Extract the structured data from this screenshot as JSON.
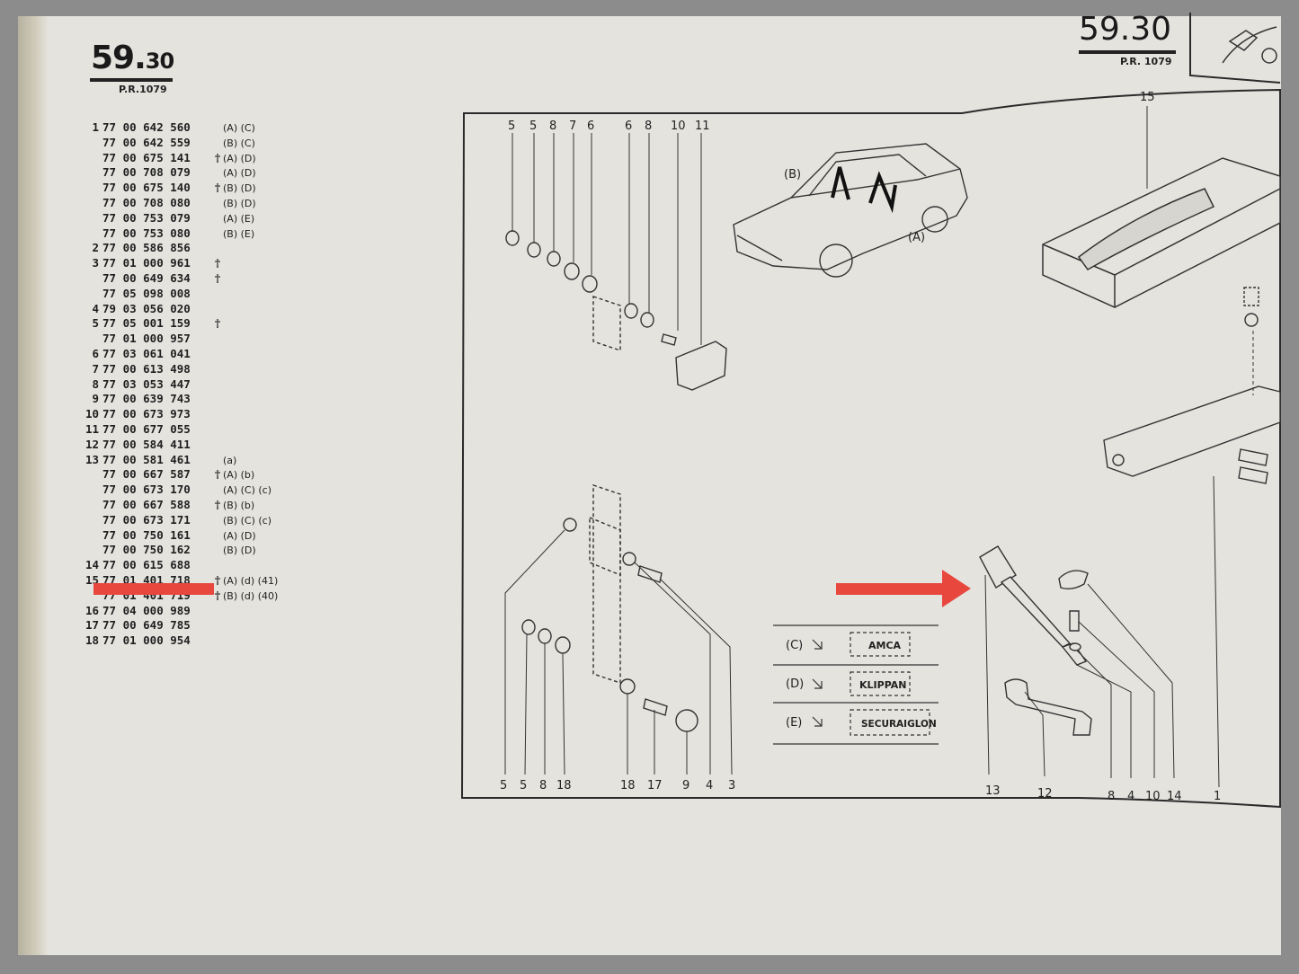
{
  "header_left": {
    "section": "59.",
    "section_sub": "30",
    "pr": "P.R.1079"
  },
  "header_right": {
    "section": "59.30",
    "pr": "P.R. 1079"
  },
  "parts": [
    {
      "item": "1",
      "number": "77 00 642 560",
      "dagger": "",
      "note": "(A) (C)"
    },
    {
      "item": "",
      "number": "77 00 642 559",
      "dagger": "",
      "note": "(B) (C)"
    },
    {
      "item": "",
      "number": "77 00 675 141",
      "dagger": "†",
      "note": "(A) (D)"
    },
    {
      "item": "",
      "number": "77 00 708 079",
      "dagger": "",
      "note": "(A) (D)"
    },
    {
      "item": "",
      "number": "77 00 675 140",
      "dagger": "†",
      "note": "(B) (D)"
    },
    {
      "item": "",
      "number": "77 00 708 080",
      "dagger": "",
      "note": "(B) (D)"
    },
    {
      "item": "",
      "number": "77 00 753 079",
      "dagger": "",
      "note": "(A) (E)"
    },
    {
      "item": "",
      "number": "77 00 753 080",
      "dagger": "",
      "note": "(B) (E)"
    },
    {
      "item": "2",
      "number": "77 00 586 856",
      "dagger": "",
      "note": ""
    },
    {
      "item": "3",
      "number": "77 01 000 961",
      "dagger": "†",
      "note": ""
    },
    {
      "item": "",
      "number": "77 00 649 634",
      "dagger": "†",
      "note": ""
    },
    {
      "item": "",
      "number": "77 05 098 008",
      "dagger": "",
      "note": ""
    },
    {
      "item": "4",
      "number": "79 03 056 020",
      "dagger": "",
      "note": ""
    },
    {
      "item": "5",
      "number": "77 05 001 159",
      "dagger": "†",
      "note": ""
    },
    {
      "item": "",
      "number": "77 01 000 957",
      "dagger": "",
      "note": ""
    },
    {
      "item": "6",
      "number": "77 03 061 041",
      "dagger": "",
      "note": ""
    },
    {
      "item": "7",
      "number": "77 00 613 498",
      "dagger": "",
      "note": ""
    },
    {
      "item": "8",
      "number": "77 03 053 447",
      "dagger": "",
      "note": ""
    },
    {
      "item": "9",
      "number": "77 00 639 743",
      "dagger": "",
      "note": ""
    },
    {
      "item": "10",
      "number": "77 00 673 973",
      "dagger": "",
      "note": ""
    },
    {
      "item": "11",
      "number": "77 00 677 055",
      "dagger": "",
      "note": ""
    },
    {
      "item": "12",
      "number": "77 00 584 411",
      "dagger": "",
      "note": ""
    },
    {
      "item": "13",
      "number": "77 00 581 461",
      "dagger": "",
      "note": "(a)"
    },
    {
      "item": "",
      "number": "77 00 667 587",
      "dagger": "†",
      "note": "(A) (b)"
    },
    {
      "item": "",
      "number": "77 00 673 170",
      "dagger": "",
      "note": "(A) (C) (c)"
    },
    {
      "item": "",
      "number": "77 00 667 588",
      "dagger": "†",
      "note": "(B) (b)"
    },
    {
      "item": "",
      "number": "77 00 673 171",
      "dagger": "",
      "note": "(B) (C) (c)"
    },
    {
      "item": "",
      "number": "77 00 750 161",
      "dagger": "",
      "note": "(A) (D)"
    },
    {
      "item": "",
      "number": "77 00 750 162",
      "dagger": "",
      "note": "(B) (D)"
    },
    {
      "item": "14",
      "number": "77 00 615 688",
      "dagger": "",
      "note": ""
    },
    {
      "item": "15",
      "number": "77 01 401 718",
      "dagger": "†",
      "note": "(A) (d) (41)"
    },
    {
      "item": "",
      "number": "77 01 401 719",
      "dagger": "†",
      "note": "(B) (d) (40)"
    },
    {
      "item": "16",
      "number": "77 04 000 989",
      "dagger": "",
      "note": ""
    },
    {
      "item": "17",
      "number": "77 00 649 785",
      "dagger": "",
      "note": ""
    },
    {
      "item": "18",
      "number": "77 01 000 954",
      "dagger": "",
      "note": ""
    }
  ],
  "diagram": {
    "top_callouts": [
      "5",
      "5",
      "8",
      "7",
      "6",
      "6",
      "8",
      "10",
      "11"
    ],
    "bottom_callouts_left": [
      "5",
      "5",
      "8",
      "18",
      "18",
      "17",
      "9",
      "4",
      "3"
    ],
    "bottom_callouts_right": [
      "13",
      "12",
      "8",
      "4",
      "10",
      "14",
      "1"
    ],
    "callout_15": "15",
    "car_labels": {
      "a": "(A)",
      "b": "(B)"
    },
    "legend": [
      {
        "code": "(C)",
        "brand": "AMCA"
      },
      {
        "code": "(D)",
        "brand": "KLIPPAN"
      },
      {
        "code": "(E)",
        "brand": "SECURAIGLON"
      }
    ]
  },
  "annotation_colors": {
    "marker": "#e8473e"
  }
}
